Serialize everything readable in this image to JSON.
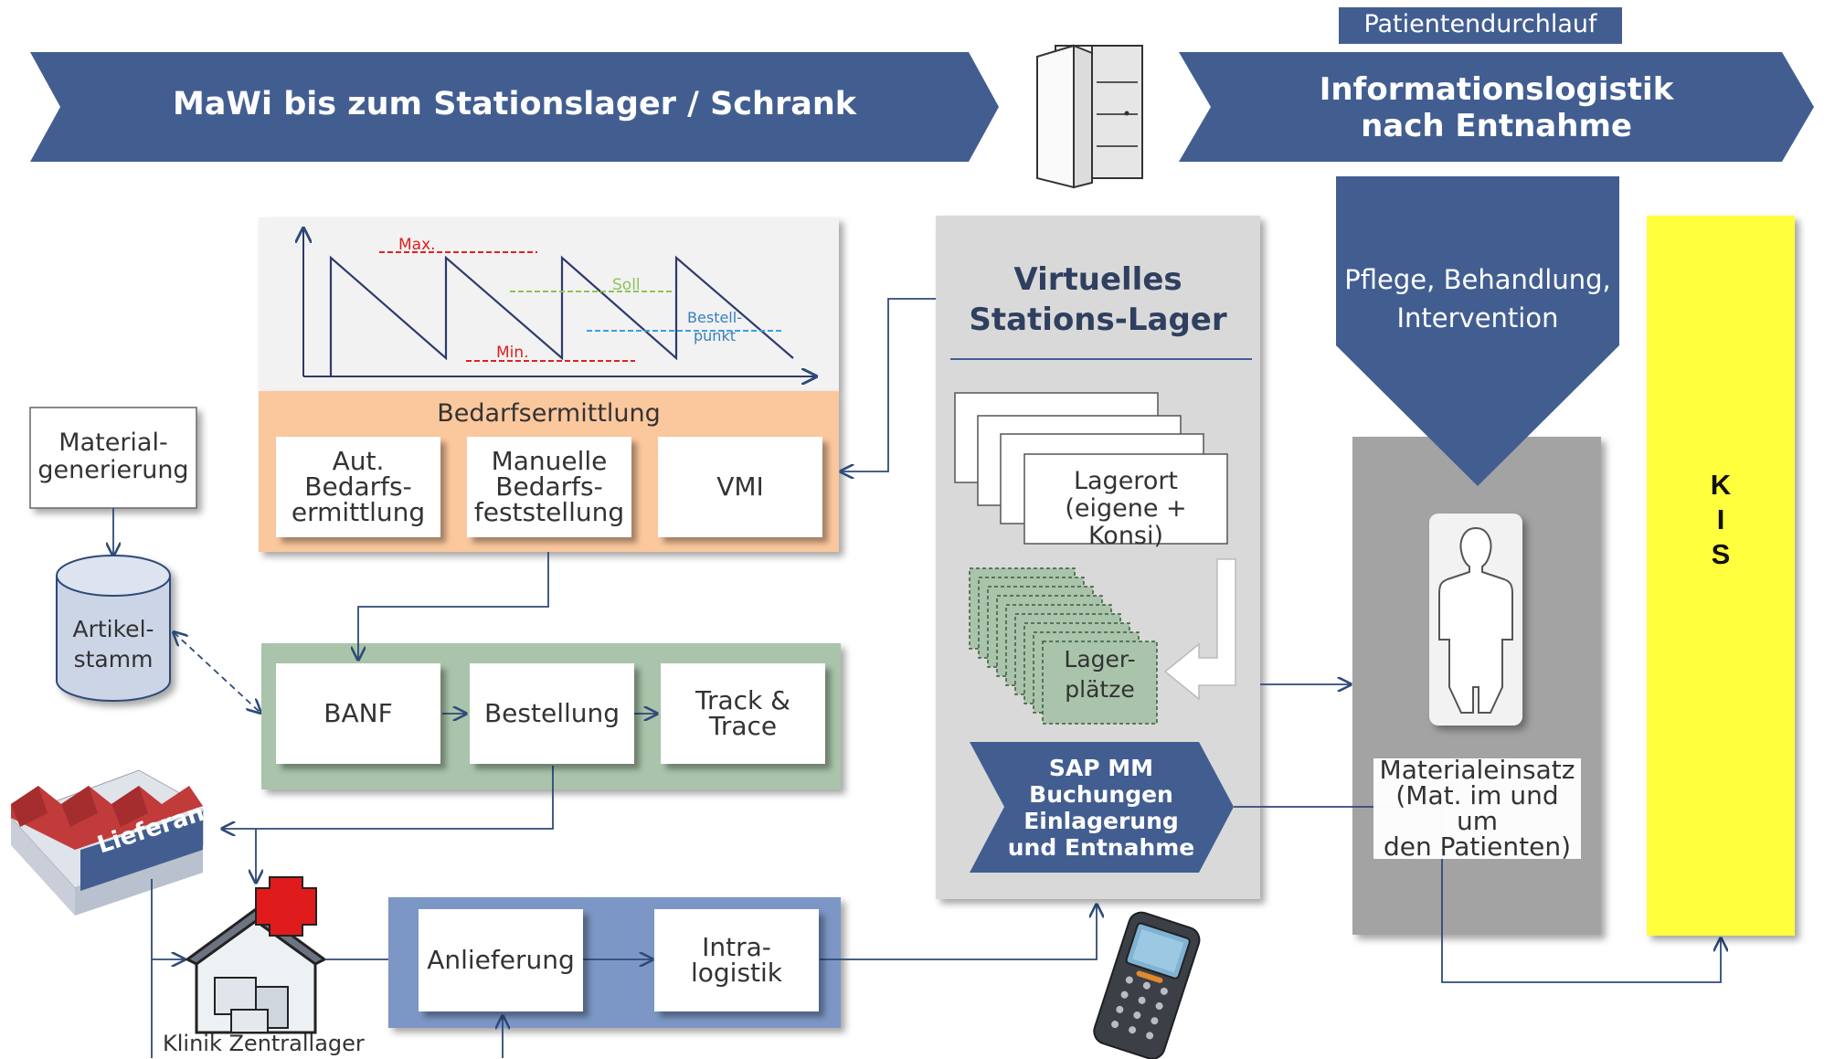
{
  "banner_left": "MaWi bis zum Stationslager / Schrank",
  "patient_flow_label": "Patientendurchlauf",
  "banner_right_line1": "Informationslogistik",
  "banner_right_line2": "nach Entnahme",
  "chart": {
    "max": "Max.",
    "soll": "Soll",
    "min": "Min.",
    "bestell1": "Bestell-",
    "bestell2": "punkt"
  },
  "bedarf": {
    "title": "Bedarfsermittlung",
    "aut1": "Aut.",
    "aut2": "Bedarfs-",
    "aut3": "ermittlung",
    "man1": "Manuelle",
    "man2": "Bedarfs-",
    "man3": "feststellung",
    "vmi": "VMI"
  },
  "material_gen1": "Material-",
  "material_gen2": "generierung",
  "artikel1": "Artikel-",
  "artikel2": "stamm",
  "process": {
    "banf": "BANF",
    "bestellung": "Bestellung",
    "track1": "Track &",
    "track2": "Trace"
  },
  "lieferant": "Lieferant",
  "klinik": "Klinik Zentrallager",
  "logistics": {
    "anlieferung": "Anlieferung",
    "intra1": "Intra-",
    "intra2": "logistik"
  },
  "virtual": {
    "title1": "Virtuelles",
    "title2": "Stations-Lager",
    "lagerort1": "Lagerort",
    "lagerort2": "(eigene + Konsi)",
    "plaetze1": "Lager-",
    "plaetze2": "plätze",
    "sap1": "SAP MM",
    "sap2": "Buchungen",
    "sap3": "Einlagerung",
    "sap4": "und Entnahme"
  },
  "pflege1": "Pflege, Behandlung,",
  "pflege2": "Intervention",
  "material_einsatz1": "Materialeinsatz",
  "material_einsatz2": "(Mat. im und um",
  "material_einsatz3": "den Patienten)",
  "kis": [
    "K",
    "I",
    "S"
  ],
  "colors": {
    "blue": "#425e91",
    "orange": "#fbc79d",
    "green": "#a9c4aa",
    "light_blue": "#7c97c5",
    "gray": "#a3a3a3",
    "yellow": "#ffff3c",
    "red": "#d62b2b"
  }
}
